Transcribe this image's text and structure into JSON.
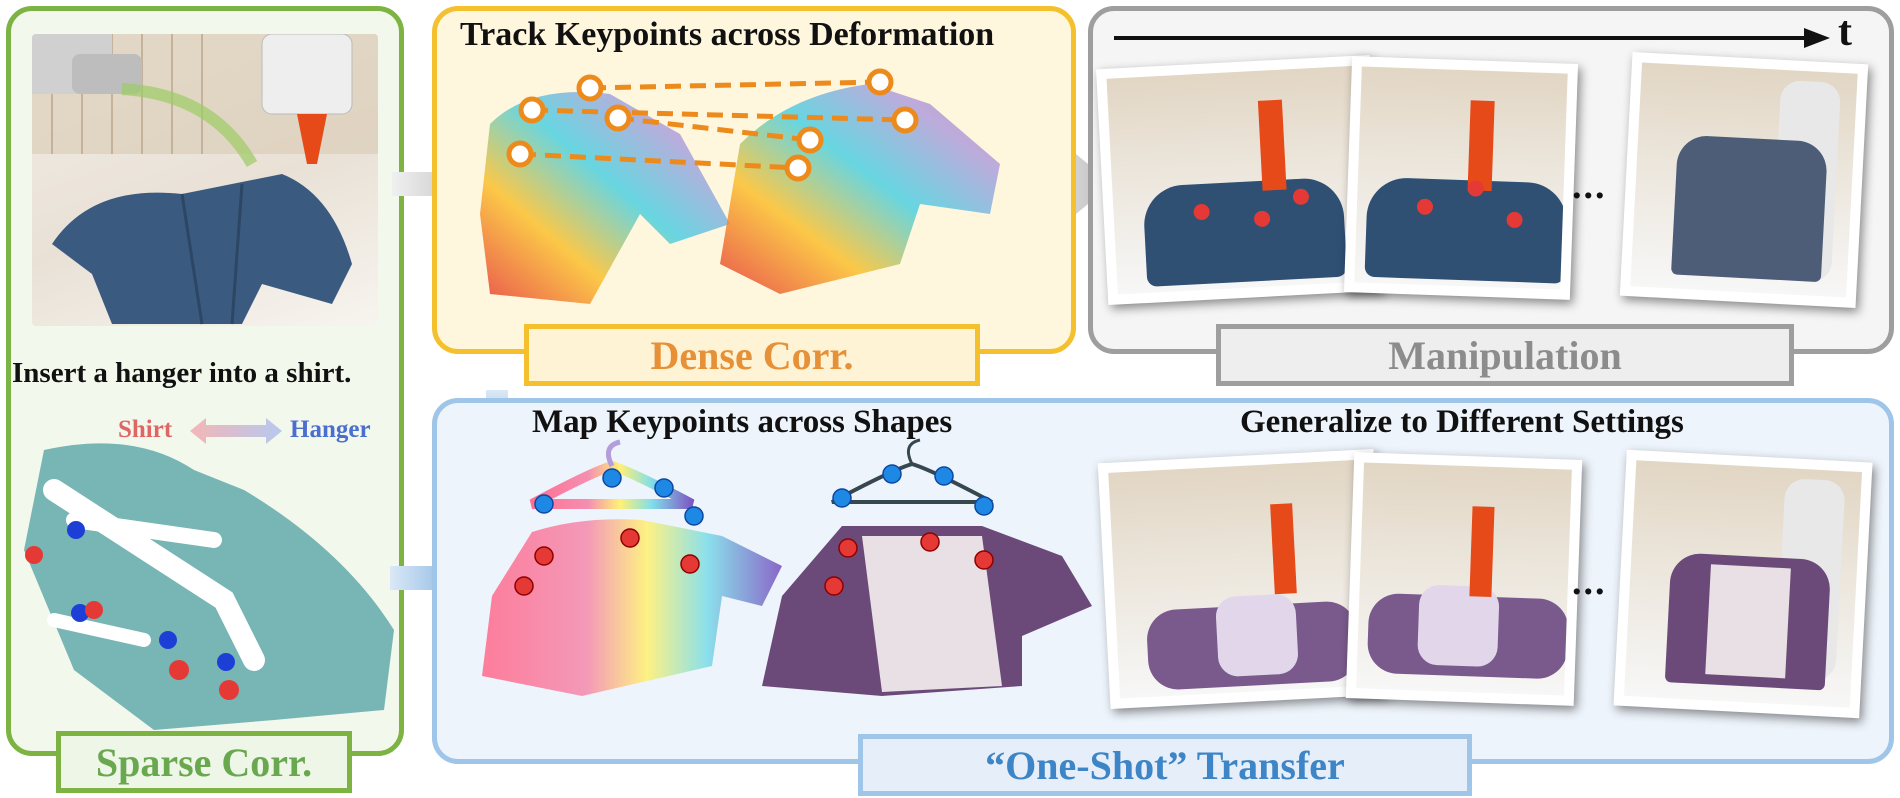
{
  "panels": {
    "sparse": {
      "label": "Sparse Corr.",
      "instruction": "Insert a hanger into a shirt.",
      "legend_shirt": "Shirt",
      "legend_hanger": "Hanger",
      "border_color": "#7cb342",
      "fill_color": "#f2f8ec",
      "label_color": "#6aa84f"
    },
    "dense": {
      "label": "Dense Corr.",
      "title": "Track Keypoints across Deformation",
      "border_color": "#f4c02d",
      "fill_color": "#fff6de",
      "label_color": "#e69138"
    },
    "manipulation": {
      "label": "Manipulation",
      "time_label": "t",
      "ellipsis": "...",
      "border_color": "#9e9e9e",
      "fill_color": "#f5f5f5",
      "label_color": "#8c8c8c"
    },
    "transfer": {
      "label": "“One-Shot” Transfer",
      "title_left": "Map Keypoints across Shapes",
      "title_right": "Generalize to Different Settings",
      "ellipsis": "...",
      "border_color": "#9fc5e8",
      "fill_color": "#eef4fb",
      "label_color": "#3d85c6"
    }
  },
  "colors": {
    "keypoint_orange": "#f0a030",
    "keypoint_red": "#e53935",
    "keypoint_blue": "#1e88e5",
    "denim": "#3a5a80",
    "purple": "#6b4a7a",
    "arrow_gray": "#c8c8c8",
    "arrow_blue": "#6fa8dc"
  },
  "icons": [
    "arrow-right-gray-icon",
    "arrow-right-blue-icon",
    "arrow-down-blue-icon",
    "time-axis-arrow-icon",
    "legend-double-arrow-icon"
  ]
}
